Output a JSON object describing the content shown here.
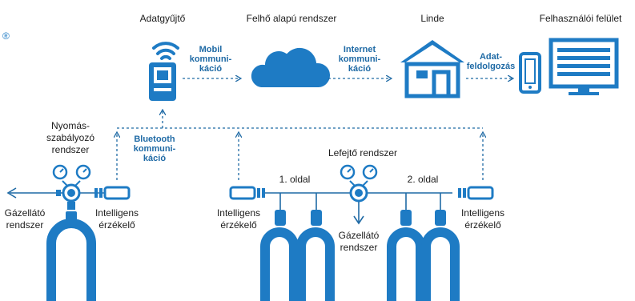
{
  "labels": {
    "adatgyujto": "Adatgyűjtő",
    "felho": "Felhő alapú rendszer",
    "linde": "Linde",
    "felhasznaloi": "Felhasználói felület",
    "nyomas_1": "Nyomás-",
    "nyomas_2": "szabályozó",
    "nyomas_3": "rendszer",
    "lefejto": "Lefejtő rendszer",
    "oldal1": "1. oldal",
    "oldal2": "2. oldal",
    "gazellato_l1": "Gázellátó",
    "gazellato_l2": "rendszer",
    "gazellato_c1": "Gázellátó",
    "gazellato_c2": "rendszer",
    "intel_1a": "Intelligens",
    "intel_1b": "érzékelő",
    "intel_2a": "Intelligens",
    "intel_2b": "érzékelő",
    "intel_3a": "Intelligens",
    "intel_3b": "érzékelő"
  },
  "connections": {
    "mobil_1": "Mobil",
    "mobil_2": "kommuni-",
    "mobil_3": "káció",
    "internet_1": "Internet",
    "internet_2": "kommuni-",
    "internet_3": "káció",
    "adat_1": "Adat-",
    "adat_2": "feldolgozás",
    "bt_1": "Bluetooth",
    "bt_2": "kommuni-",
    "bt_3": "káció"
  },
  "brand": {
    "registered_mark": "®"
  },
  "colors": {
    "primary": "#1f6aa5",
    "icon": "#1e7bc4",
    "text": "#1c1c1c"
  }
}
